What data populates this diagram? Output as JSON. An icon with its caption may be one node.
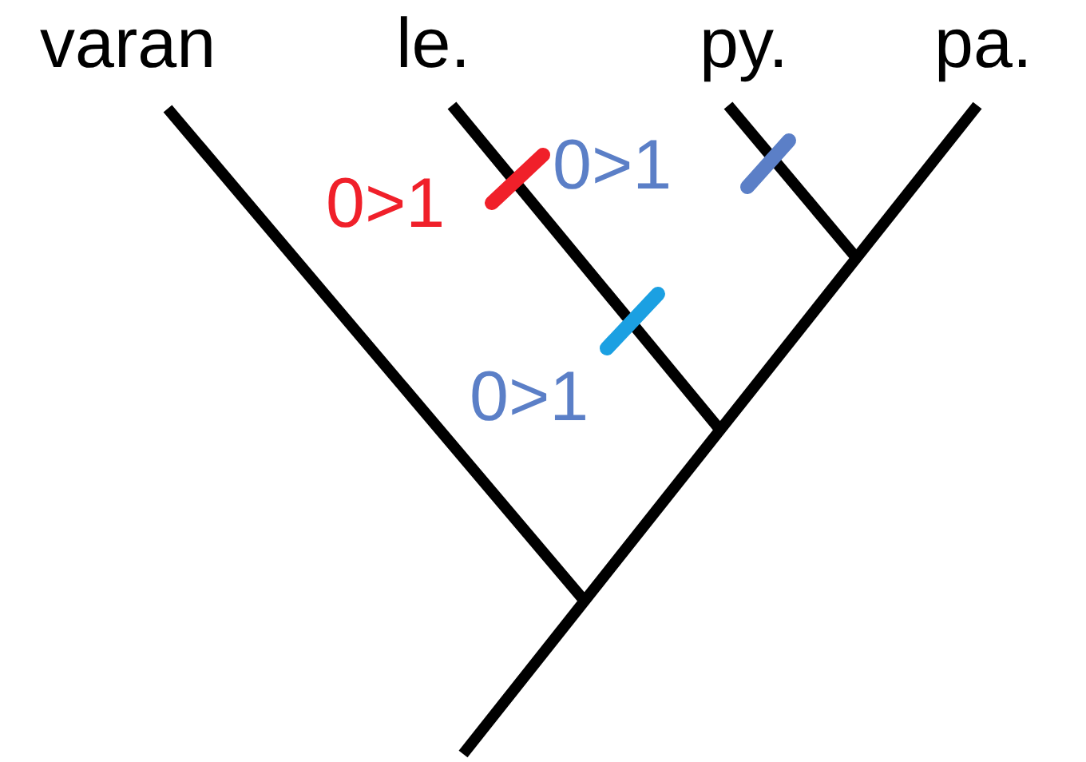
{
  "diagram": {
    "labels": [
      "varan",
      "le.",
      "py.",
      "pa.",
      "0>1",
      "0>1",
      "0>1"
    ]
  }
}
